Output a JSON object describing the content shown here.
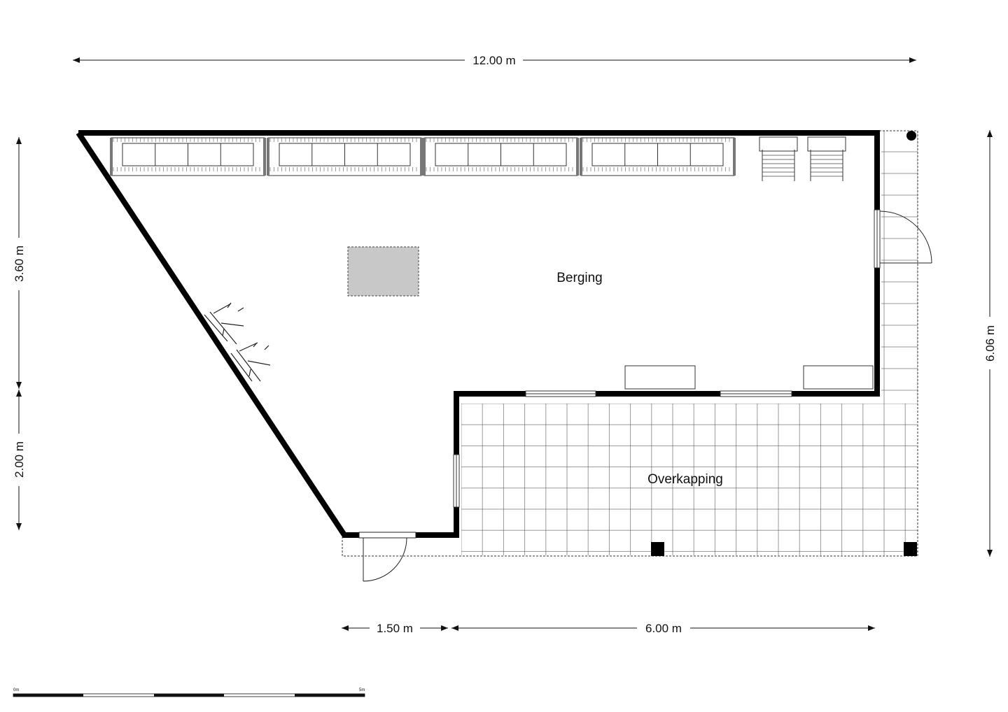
{
  "rooms": {
    "storage": "Berging",
    "canopy": "Overkapping"
  },
  "dimensions": {
    "total_width": "12.00 m",
    "left_upper_height": "3.60 m",
    "left_lower_height": "2.00 m",
    "right_height": "6.06 m",
    "bottom_left_width": "1.50 m",
    "bottom_right_width": "6.00 m"
  },
  "scale_bar": {
    "start_label": "0m",
    "end_label": "5m"
  },
  "colors": {
    "wall": "#000000",
    "line": "#333333",
    "table_fill": "#c8c8c8"
  }
}
